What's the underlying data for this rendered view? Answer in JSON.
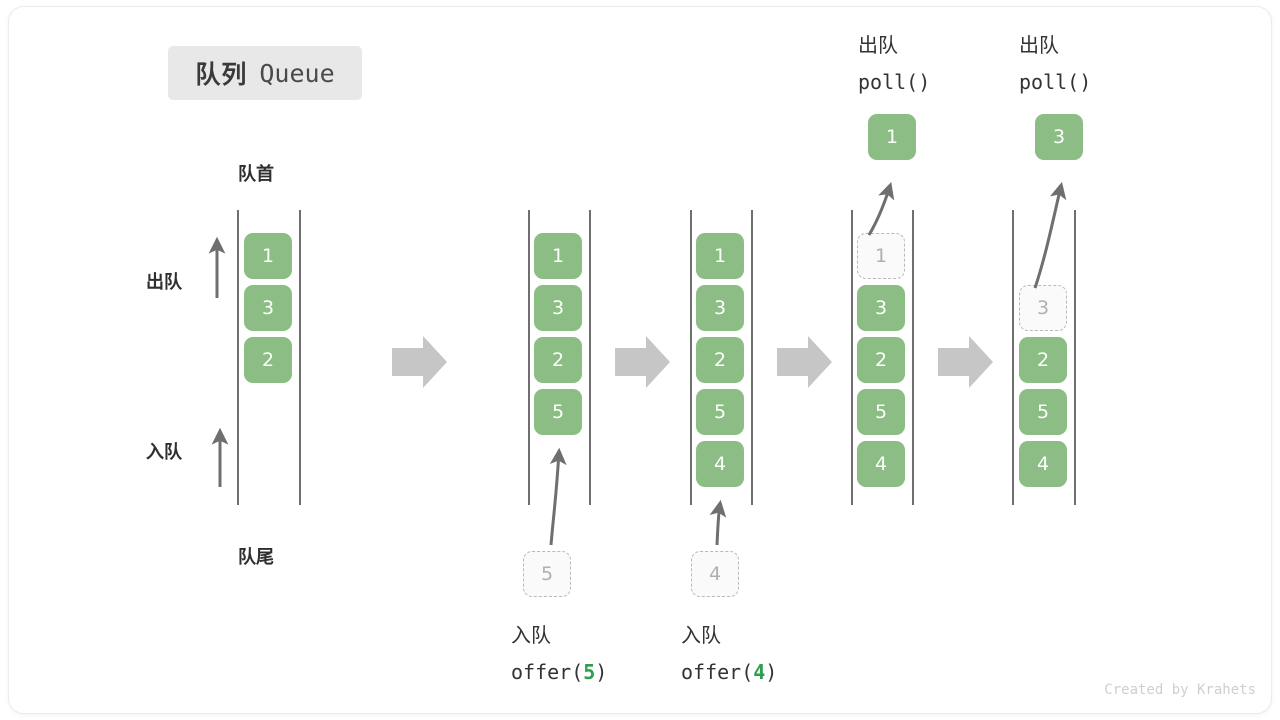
{
  "title": {
    "cn": "队列",
    "en": "Queue"
  },
  "labels": {
    "front": "队首",
    "rear": "队尾",
    "dequeue": "出队",
    "enqueue": "入队"
  },
  "credit": "Created by Krahets",
  "colors": {
    "cell_green": "#8bbd84",
    "cell_text": "#ffffff",
    "ghost_border": "#b9b9b9",
    "ghost_text": "#b0b0b0",
    "rail": "#6f6f6f",
    "arrow_gray": "#6f6f6f",
    "step_arrow": "#c6c6c6",
    "badge_bg": "#e8e8e8",
    "highlight_green": "#2e9e4f",
    "credit_gray": "#cfcfcf"
  },
  "diagram": {
    "type": "queue-operations",
    "steps": [
      {
        "id": "initial",
        "caption_cn": "",
        "caption_code": "",
        "items": [
          "1",
          "3",
          "2"
        ],
        "ghost_index": -1,
        "output": null
      },
      {
        "id": "offer-5",
        "caption_cn": "入队",
        "caption_code_prefix": "offer(",
        "caption_code_value": "5",
        "caption_code_suffix": ")",
        "incoming_value": "5",
        "items": [
          "1",
          "3",
          "2",
          "5"
        ],
        "ghost_index": -1,
        "output": null
      },
      {
        "id": "offer-4",
        "caption_cn": "入队",
        "caption_code_prefix": "offer(",
        "caption_code_value": "4",
        "caption_code_suffix": ")",
        "incoming_value": "4",
        "items": [
          "1",
          "3",
          "2",
          "5",
          "4"
        ],
        "ghost_index": -1,
        "output": null
      },
      {
        "id": "poll-1",
        "header_cn": "出队",
        "header_code": "poll()",
        "items": [
          "1",
          "3",
          "2",
          "5",
          "4"
        ],
        "ghost_index": 0,
        "output": "1"
      },
      {
        "id": "poll-3",
        "header_cn": "出队",
        "header_code": "poll()",
        "items": [
          "3",
          "2",
          "5",
          "4"
        ],
        "ghost_index": 0,
        "output": "3"
      }
    ]
  },
  "cells": {
    "c1": [
      "1",
      "3",
      "2"
    ],
    "c2": [
      "1",
      "3",
      "2",
      "5"
    ],
    "c3": [
      "1",
      "3",
      "2",
      "5",
      "4"
    ],
    "c4": [
      "1",
      "3",
      "2",
      "5",
      "4"
    ],
    "c5": [
      "3",
      "2",
      "5",
      "4"
    ],
    "ghost5": "5",
    "ghost4": "4",
    "out1": "1",
    "out3": "3"
  },
  "ops": {
    "offer5_cn": "入队",
    "offer5_pre": "offer(",
    "offer5_val": "5",
    "offer5_post": ")",
    "offer4_cn": "入队",
    "offer4_pre": "offer(",
    "offer4_val": "4",
    "offer4_post": ")",
    "poll1_cn": "出队",
    "poll1_code": "poll()",
    "poll3_cn": "出队",
    "poll3_code": "poll()"
  }
}
